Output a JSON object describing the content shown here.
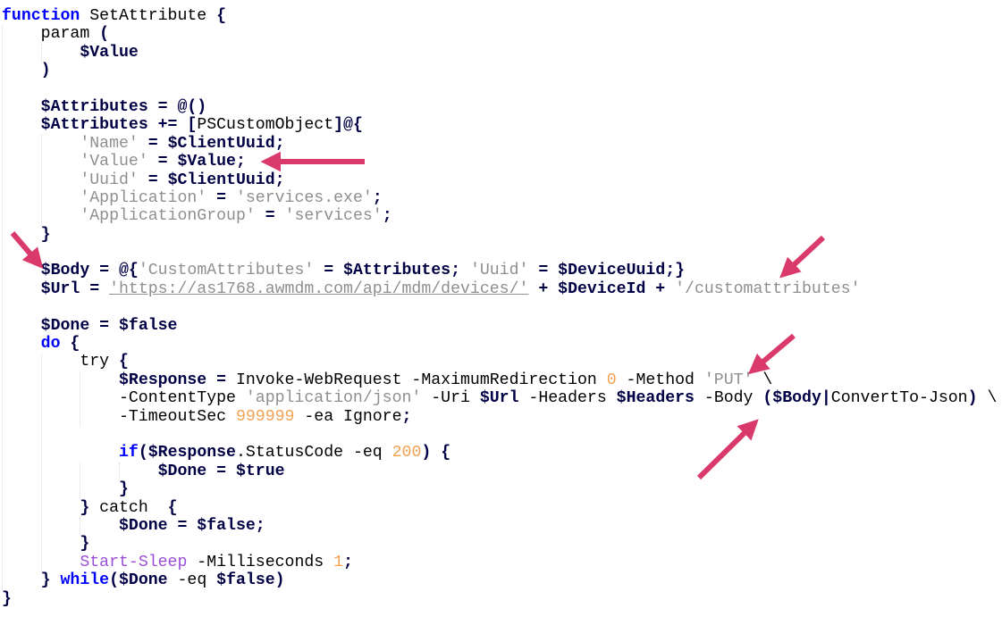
{
  "colors": {
    "keyword": "#0000ff",
    "variable": "#000045",
    "string": "#8f8f8f",
    "number": "#f2a253",
    "cmdlet": "#9b4fd9",
    "plain": "#000000",
    "arrow": "#d93a6b",
    "background": "#ffffff",
    "indent_guide": "#dcdcdc"
  },
  "code": {
    "lines": [
      {
        "tokens": [
          [
            "k",
            "function"
          ],
          [
            "p",
            " SetAttribute "
          ],
          [
            "v",
            "{"
          ]
        ]
      },
      {
        "tokens": [
          [
            "p",
            "    param "
          ],
          [
            "v",
            "("
          ]
        ]
      },
      {
        "tokens": [
          [
            "p",
            "        "
          ],
          [
            "v",
            "$Value"
          ]
        ]
      },
      {
        "tokens": [
          [
            "p",
            "    "
          ],
          [
            "v",
            ")"
          ]
        ]
      },
      {
        "tokens": []
      },
      {
        "tokens": [
          [
            "p",
            "    "
          ],
          [
            "v",
            "$Attributes = @()"
          ]
        ]
      },
      {
        "tokens": [
          [
            "p",
            "    "
          ],
          [
            "v",
            "$Attributes += ["
          ],
          [
            "p",
            "PSCustomObject"
          ],
          [
            "v",
            "]@{"
          ]
        ]
      },
      {
        "tokens": [
          [
            "p",
            "        "
          ],
          [
            "s",
            "'Name'"
          ],
          [
            "v",
            " = $ClientUuid;"
          ]
        ]
      },
      {
        "tokens": [
          [
            "p",
            "        "
          ],
          [
            "s",
            "'Value'"
          ],
          [
            "v",
            " = $Value;"
          ]
        ]
      },
      {
        "tokens": [
          [
            "p",
            "        "
          ],
          [
            "s",
            "'Uuid'"
          ],
          [
            "v",
            " = $ClientUuid;"
          ]
        ]
      },
      {
        "tokens": [
          [
            "p",
            "        "
          ],
          [
            "s",
            "'Application'"
          ],
          [
            "v",
            " = "
          ],
          [
            "s",
            "'services.exe'"
          ],
          [
            "v",
            ";"
          ]
        ]
      },
      {
        "tokens": [
          [
            "p",
            "        "
          ],
          [
            "s",
            "'ApplicationGroup'"
          ],
          [
            "v",
            " = "
          ],
          [
            "s",
            "'services'"
          ],
          [
            "v",
            ";"
          ]
        ]
      },
      {
        "tokens": [
          [
            "p",
            "    "
          ],
          [
            "v",
            "}"
          ]
        ]
      },
      {
        "tokens": []
      },
      {
        "tokens": [
          [
            "p",
            "    "
          ],
          [
            "v",
            "$Body = @{"
          ],
          [
            "s",
            "'CustomAttributes'"
          ],
          [
            "v",
            " = $Attributes; "
          ],
          [
            "s",
            "'Uuid'"
          ],
          [
            "v",
            " = $DeviceUuid;}"
          ]
        ]
      },
      {
        "tokens": [
          [
            "p",
            "    "
          ],
          [
            "v",
            "$Url = "
          ],
          [
            "u",
            "'https://as1768.awmdm.com/api/mdm/devices/'"
          ],
          [
            "v",
            " + $DeviceId + "
          ],
          [
            "s",
            "'/customattributes'"
          ]
        ]
      },
      {
        "tokens": []
      },
      {
        "tokens": [
          [
            "p",
            "    "
          ],
          [
            "v",
            "$Done = $false"
          ]
        ]
      },
      {
        "tokens": [
          [
            "p",
            "    "
          ],
          [
            "k",
            "do"
          ],
          [
            "v",
            " {"
          ]
        ]
      },
      {
        "tokens": [
          [
            "p",
            "        try "
          ],
          [
            "v",
            "{"
          ]
        ]
      },
      {
        "tokens": [
          [
            "p",
            "            "
          ],
          [
            "v",
            "$Response = "
          ],
          [
            "p",
            "Invoke-WebRequest -MaximumRedirection "
          ],
          [
            "n",
            "0"
          ],
          [
            "p",
            " -Method "
          ],
          [
            "s",
            "'PUT'"
          ],
          [
            "p",
            " \\"
          ]
        ]
      },
      {
        "tokens": [
          [
            "p",
            "            -ContentType "
          ],
          [
            "s",
            "'application/json'"
          ],
          [
            "p",
            " -Uri "
          ],
          [
            "v",
            "$Url"
          ],
          [
            "p",
            " -Headers "
          ],
          [
            "v",
            "$Headers"
          ],
          [
            "p",
            " -Body "
          ],
          [
            "v",
            "($Body|"
          ],
          [
            "p",
            "ConvertTo-Json"
          ],
          [
            "v",
            ")"
          ],
          [
            "p",
            " \\"
          ]
        ]
      },
      {
        "tokens": [
          [
            "p",
            "            -TimeoutSec "
          ],
          [
            "n",
            "999999"
          ],
          [
            "p",
            " -ea Ignore"
          ],
          [
            "v",
            ";"
          ]
        ]
      },
      {
        "tokens": []
      },
      {
        "tokens": [
          [
            "p",
            "            "
          ],
          [
            "k",
            "if"
          ],
          [
            "v",
            "($Response"
          ],
          [
            "p",
            ".StatusCode -eq "
          ],
          [
            "n",
            "200"
          ],
          [
            "v",
            ")"
          ],
          [
            "p",
            " "
          ],
          [
            "v",
            "{"
          ]
        ]
      },
      {
        "tokens": [
          [
            "p",
            "                "
          ],
          [
            "v",
            "$Done = $true"
          ]
        ]
      },
      {
        "tokens": [
          [
            "p",
            "            "
          ],
          [
            "v",
            "}"
          ]
        ]
      },
      {
        "tokens": [
          [
            "p",
            "        "
          ],
          [
            "v",
            "}"
          ],
          [
            "p",
            " catch  "
          ],
          [
            "v",
            "{"
          ]
        ]
      },
      {
        "tokens": [
          [
            "p",
            "            "
          ],
          [
            "v",
            "$Done = $false;"
          ]
        ]
      },
      {
        "tokens": [
          [
            "p",
            "        "
          ],
          [
            "v",
            "}"
          ]
        ]
      },
      {
        "tokens": [
          [
            "p",
            "        "
          ],
          [
            "c",
            "Start-Sleep"
          ],
          [
            "p",
            " -Milliseconds "
          ],
          [
            "n",
            "1"
          ],
          [
            "v",
            ";"
          ]
        ]
      },
      {
        "tokens": [
          [
            "p",
            "    "
          ],
          [
            "v",
            "} "
          ],
          [
            "k",
            "while"
          ],
          [
            "v",
            "($Done"
          ],
          [
            "p",
            " -eq "
          ],
          [
            "v",
            "$false)"
          ]
        ]
      },
      {
        "tokens": [
          [
            "v",
            "}"
          ]
        ]
      }
    ]
  },
  "annotations": {
    "arrows": [
      {
        "id": "arrow-value-assignment",
        "direction": "left",
        "points_at": "'Value' = $Value;"
      },
      {
        "id": "arrow-body-hashtable",
        "direction": "down-right",
        "points_at": "$Body = @{'CustomAttributes' = $Attributes; 'Uuid' = $DeviceUuid;}"
      },
      {
        "id": "arrow-url-line",
        "direction": "down-left",
        "points_at": "$Url ... '/customattributes'"
      },
      {
        "id": "arrow-put-method",
        "direction": "down-left",
        "points_at": "-Method 'PUT'"
      },
      {
        "id": "arrow-convertto-json",
        "direction": "up-right",
        "points_at": "($Body|ConvertTo-Json)"
      }
    ]
  }
}
